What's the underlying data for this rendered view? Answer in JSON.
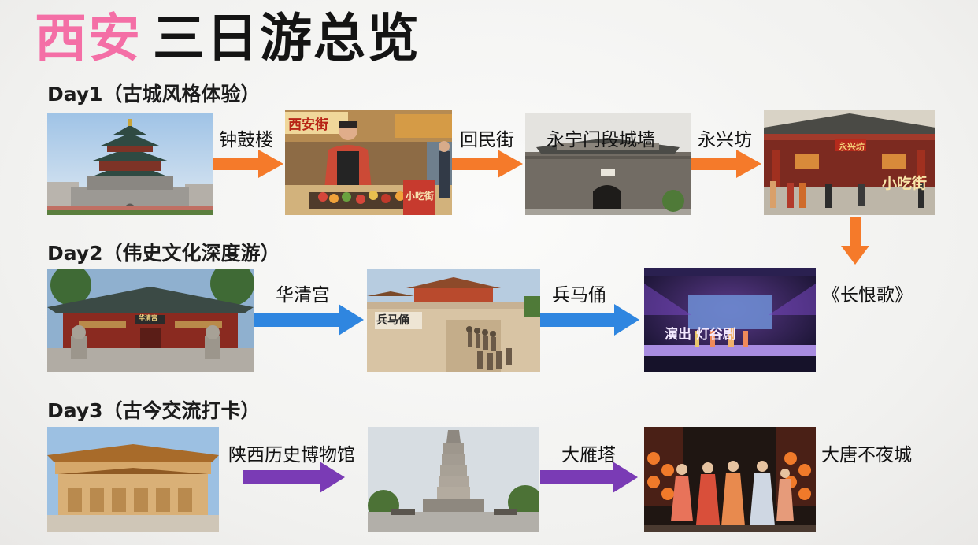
{
  "header": {
    "title_part1": "西安",
    "title_part2": "三日游总览"
  },
  "days": [
    {
      "label": "Day1（古城风格体验）",
      "stops": [
        "钟鼓楼",
        "回民街",
        "永宁门段城墙",
        "永兴坊"
      ]
    },
    {
      "label": "Day2（伟史文化深度游）",
      "stops": [
        "华清宫",
        "兵马俑",
        "《长恨歌》"
      ]
    },
    {
      "label": "Day3（古今交流打卡）",
      "stops": [
        "陕西历史博物馆",
        "大雁塔",
        "大唐不夜城"
      ]
    }
  ],
  "photo_signs": {
    "huiminjie_sign": "西安街",
    "huiminjie_banner": "小吃街",
    "yongxingfang_sign": "永兴坊",
    "yongxingfang_banner": "小吃街",
    "huaqing_plaque": "华清宫",
    "bingmayong_sign": "兵马俑",
    "show_text": "演出  灯谷剧"
  },
  "colors": {
    "title_accent": "#f46fa6",
    "day1_arrow": "#f57a2a",
    "day2_arrow": "#2f86e0",
    "day3_arrow": "#7a3bb5"
  }
}
